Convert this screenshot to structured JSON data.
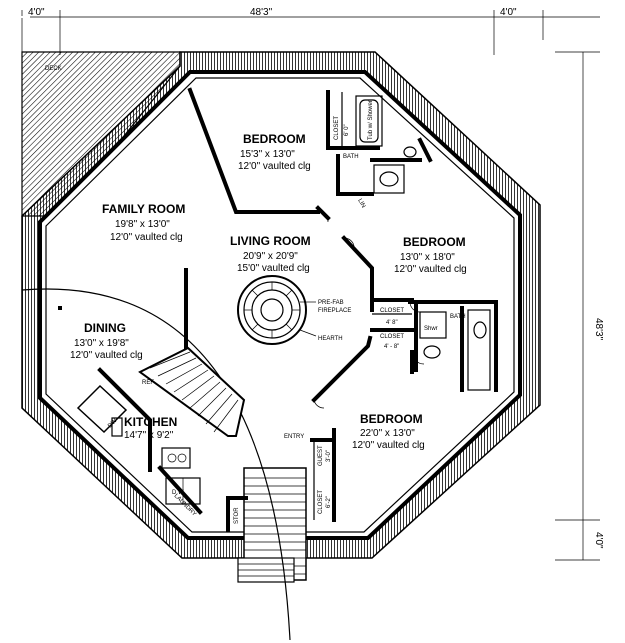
{
  "dimensions": {
    "top_left": "4'0\"",
    "top_center": "48'3\"",
    "top_right": "4'0\"",
    "right_side": "48'3\"",
    "bottom_right": "4'0\""
  },
  "deck_label": "DECK",
  "rooms": {
    "bedroom1": {
      "name": "BEDROOM",
      "size": "15'3\" x 13'0\"",
      "ceiling": "12'0\" vaulted clg"
    },
    "family": {
      "name": "FAMILY ROOM",
      "size": "19'8\" x 13'0\"",
      "ceiling": "12'0\" vaulted clg"
    },
    "living": {
      "name": "LIVING ROOM",
      "size": "20'9\" x 20'9\"",
      "ceiling": "15'0\" vaulted clg"
    },
    "bedroom2": {
      "name": "BEDROOM",
      "size": "13'0\" x 18'0\"",
      "ceiling": "12'0\" vaulted clg"
    },
    "dining": {
      "name": "DINING",
      "size": "13'0\" x 19'8\"",
      "ceiling": "12'0\" vaulted clg"
    },
    "kitchen": {
      "name": "KITCHEN",
      "size": "14'7\" x 9'2\""
    },
    "bedroom3": {
      "name": "BEDROOM",
      "size": "22'0\" x 13'0\"",
      "ceiling": "12'0\" vaulted clg"
    }
  },
  "labels": {
    "closet_top": "CLOSET",
    "closet_top_dim": "6' 0\"",
    "tub": "Tub w/ Shower",
    "bath_top": "BATH",
    "lin": "LIN",
    "prefab_1": "PRE-FAB",
    "prefab_2": "FIREPLACE",
    "hearth": "HEARTH",
    "closet_a": "CLOSET",
    "closet_a_dim": "4' 8\"",
    "closet_b": "CLOSET",
    "closet_b_dim": "4' - 8\"",
    "shwr": "Shwr",
    "bath_right": "BATH",
    "ref": "REF",
    "dw": "DW",
    "wd": "D  W",
    "laundry": "LAUNDRY",
    "entry": "ENTRY",
    "guest": "GUEST",
    "guest_dim": "3'-0\"",
    "closet_bottom": "CLOSET",
    "closet_bottom_dim": "6'-2\"",
    "stor": "STOR"
  }
}
